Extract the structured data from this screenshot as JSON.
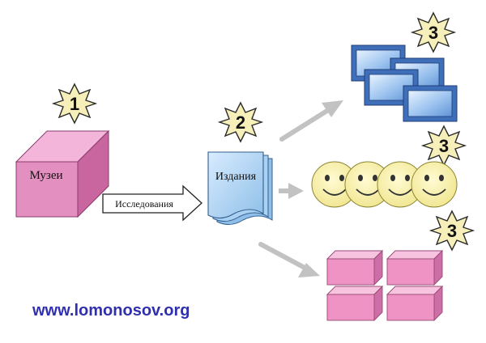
{
  "diagram": {
    "museum_label": "Музеи",
    "research_label": "Исследования",
    "publications_label": "Издания",
    "badges": [
      "1",
      "2",
      "3",
      "3",
      "3"
    ],
    "website": "www.lomonosov.org"
  },
  "colors": {
    "museum_box": "#e38fc0",
    "publication_docs": "#9ec9ee",
    "frames": "#3f6fb8",
    "smiley": "#f3ec9a",
    "pink_blocks": "#ef93c4",
    "badge_fill": "#f6efba",
    "website_text": "#2f2fb0",
    "arrow_gray": "#c2c2c2"
  }
}
